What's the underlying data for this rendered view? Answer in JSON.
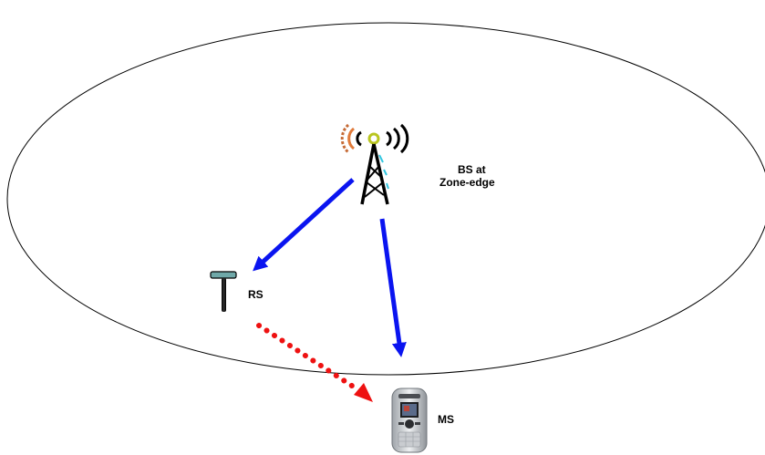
{
  "labels": {
    "bs_line1": "BS at",
    "bs_line2": "Zone-edge",
    "rs": "RS",
    "ms": "MS"
  },
  "colors": {
    "direct_link": "#0a14f0",
    "relay_link": "#ee1111",
    "outline": "#000000",
    "signal_orange": "#e07a3a",
    "signal_cyan": "#33c6e0"
  },
  "icons": {
    "base_station": "radio-tower-icon",
    "relay_station": "antenna-pole-icon",
    "mobile_station": "mobile-phone-icon"
  }
}
